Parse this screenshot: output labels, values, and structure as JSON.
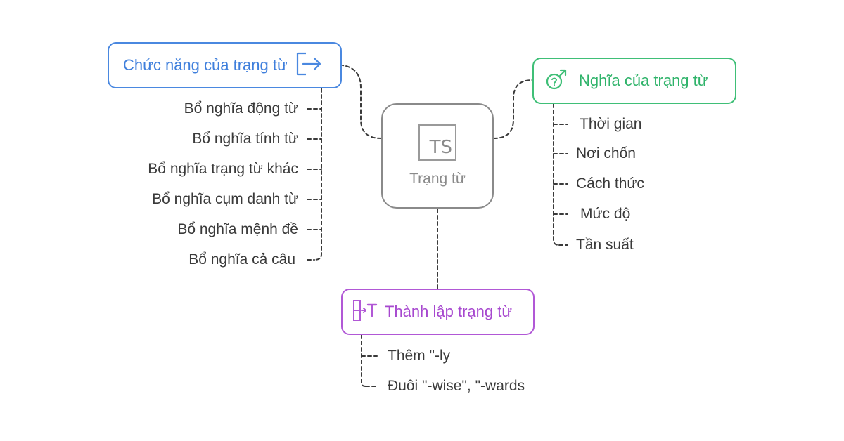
{
  "center": {
    "icon": "text-ts-icon",
    "icon_text": "TS",
    "label": "Trạng từ"
  },
  "function_branch": {
    "title": "Chức năng của trạng từ",
    "icon": "exit-arrow-icon",
    "color": "#3f7fdc",
    "items": [
      "Bổ nghĩa động từ",
      "Bổ nghĩa tính từ",
      "Bổ nghĩa trạng từ khác",
      "Bổ nghĩa cụm danh từ",
      "Bổ nghĩa mệnh đề",
      "Bổ nghĩa cả câu"
    ]
  },
  "meaning_branch": {
    "title": "Nghĩa của trạng từ",
    "icon": "gender-symbol-icon",
    "color": "#2fb36a",
    "items": [
      "Thời gian",
      "Nơi chốn",
      "Cách thức",
      "Mức độ",
      "Tần suất"
    ]
  },
  "formation_branch": {
    "title": "Thành lập trạng từ",
    "icon": "transform-text-icon",
    "color": "#a748cf",
    "items": [
      "Thêm \"-ly",
      "Đuôi \"-wise\", \"-wards"
    ]
  }
}
